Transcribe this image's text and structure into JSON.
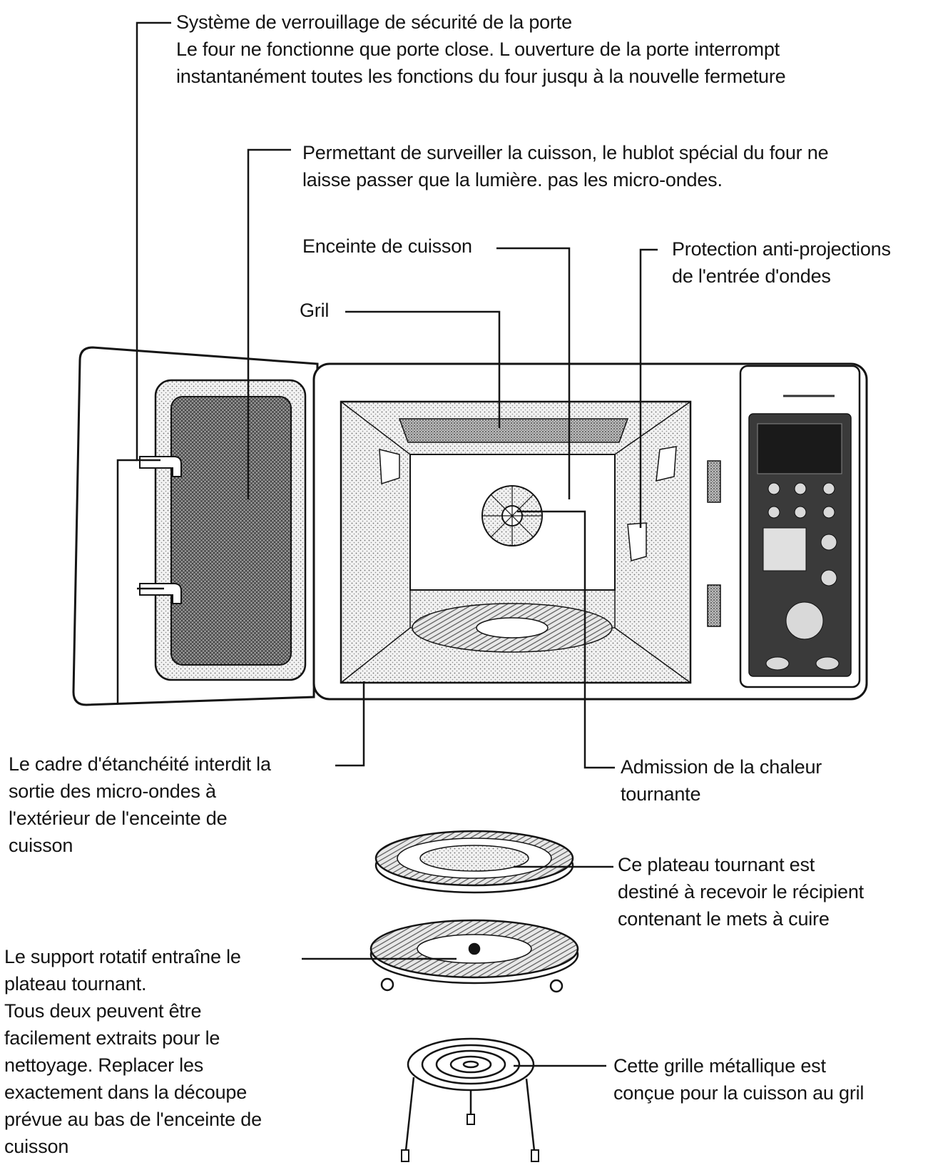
{
  "labels": {
    "door_lock": [
      "Système de verrouillage de sécurité de la porte",
      "Le four ne fonctionne que porte close. L ouverture de la porte interrompt",
      "instantanément toutes les fonctions du four jusqu à la nouvelle fermeture"
    ],
    "window": [
      "Permettant de surveiller la cuisson, le hublot spécial du four ne",
      "laisse passer que la lumière. pas les micro-ondes."
    ],
    "cavity": "Enceinte de cuisson",
    "splash_guard": [
      "Protection anti-projections",
      "de l'entrée d'ondes"
    ],
    "grill": "Gril",
    "seal_frame": [
      "Le cadre d'étanchéité interdit la",
      "sortie des micro-ondes à",
      "l'extérieur de l'enceinte de",
      "cuisson"
    ],
    "hot_air_inlet": [
      "Admission de la chaleur",
      "tournante"
    ],
    "turntable": [
      "Ce plateau tournant est",
      "destiné à recevoir le récipient",
      "contenant le mets à cuire"
    ],
    "roller_ring": [
      "Le support rotatif entraîne le",
      "plateau tournant.",
      "Tous deux peuvent être",
      "facilement extraits pour le",
      "nettoyage. Replacer les",
      "exactement dans la découpe",
      "prévue au bas de l'enceinte de",
      "cuisson"
    ],
    "wire_rack": [
      "Cette grille métallique est",
      "conçue pour la cuisson au gril"
    ]
  },
  "colors": {
    "ink": "#141414",
    "stipple_light": "#cfcfcf",
    "stipple_dark": "#8a8a8a",
    "panel": "#3a3a3a"
  },
  "icons": [
    "microwave-oven-illustration",
    "turntable-plate-illustration",
    "roller-ring-illustration",
    "grill-rack-illustration"
  ]
}
